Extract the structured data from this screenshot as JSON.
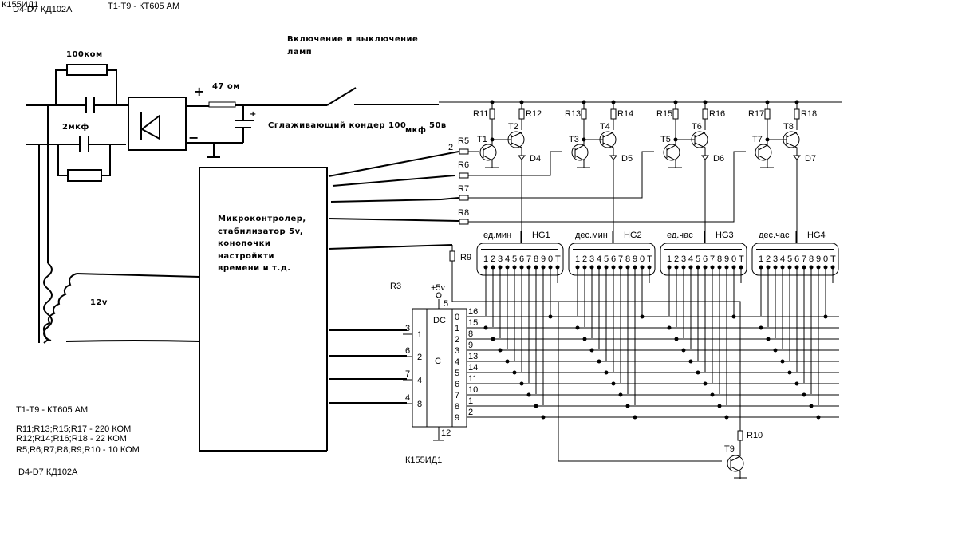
{
  "header": {
    "chip_label_top": "К155ИД1",
    "diodes_top": "D4-D7 КД102А",
    "transistors_top": "T1-T9  - КТ605 АМ"
  },
  "power": {
    "resistor_100k": "100ком",
    "cap_2u": "2мкф",
    "resistor_47": "47 ом",
    "plus_sign": "+",
    "minus_sign": "−",
    "cap_plus": "+",
    "smoothing_cap_label": "Сглаживающий кондер 100",
    "smoothing_cap_unit": "мкф",
    "smoothing_cap_voltage": "50в",
    "transformer_12v": "12v"
  },
  "switch": {
    "label_line1": "Включение и выключение",
    "label_line2": "ламп"
  },
  "mcu": {
    "lines": [
      "Микроконтролер,",
      "стабилизатор 5v,",
      "конопочки",
      "настройкти",
      "времени и т.д."
    ]
  },
  "drivers": {
    "pin2": "2",
    "inputs": [
      "R5",
      "R6",
      "R7",
      "R8"
    ],
    "r9": "R9",
    "groups": [
      {
        "r_base": "R11",
        "r_col": "R12",
        "t_in": "T1",
        "t_out": "T2",
        "diode": "D4"
      },
      {
        "r_base": "R13",
        "r_col": "R14",
        "t_in": "T3",
        "t_out": "T4",
        "diode": "D5"
      },
      {
        "r_base": "R15",
        "r_col": "R16",
        "t_in": "T5",
        "t_out": "T6",
        "diode": "D6"
      },
      {
        "r_base": "R17",
        "r_col": "R18",
        "t_in": "T7",
        "t_out": "T8",
        "diode": "D7"
      }
    ]
  },
  "indicators": [
    {
      "caption": "ед.мин",
      "name": "HG1",
      "pins": "1234567890T"
    },
    {
      "caption": "дес.мин",
      "name": "HG2",
      "pins": "1234567890T"
    },
    {
      "caption": "ед.час",
      "name": "HG3",
      "pins": "1234567890T"
    },
    {
      "caption": "дес.час",
      "name": "HG4",
      "pins": "1234567890T"
    }
  ],
  "decoder": {
    "ref": "R3",
    "vcc": "+5v",
    "vcc_pin": "5",
    "gnd_pin": "12",
    "title": "DC",
    "mid": "C",
    "part": "К155ИД1",
    "inputs": [
      {
        "pin": "3",
        "weight": "1"
      },
      {
        "pin": "6",
        "weight": "2"
      },
      {
        "pin": "7",
        "weight": "4"
      },
      {
        "pin": "4",
        "weight": "8"
      }
    ],
    "outputs": [
      {
        "index": "0",
        "pin": "16"
      },
      {
        "index": "1",
        "pin": "15"
      },
      {
        "index": "2",
        "pin": "8"
      },
      {
        "index": "3",
        "pin": "9"
      },
      {
        "index": "4",
        "pin": "13"
      },
      {
        "index": "5",
        "pin": "14"
      },
      {
        "index": "6",
        "pin": "11"
      },
      {
        "index": "7",
        "pin": "10"
      },
      {
        "index": "8",
        "pin": "1"
      },
      {
        "index": "9",
        "pin": "2"
      }
    ]
  },
  "t9": {
    "resistor": "R10",
    "transistor": "T9"
  },
  "notes": {
    "line1": "T1-T9  - КТ605 АМ",
    "line2": "R11;R13;R15;R17 - 220 КОМ",
    "line3": "R12;R14;R16;R18 - 22 КОМ",
    "line4": "R5;R6;R7;R8;R9;R10 - 10 КОМ",
    "line5": "D4-D7 КД102А"
  }
}
